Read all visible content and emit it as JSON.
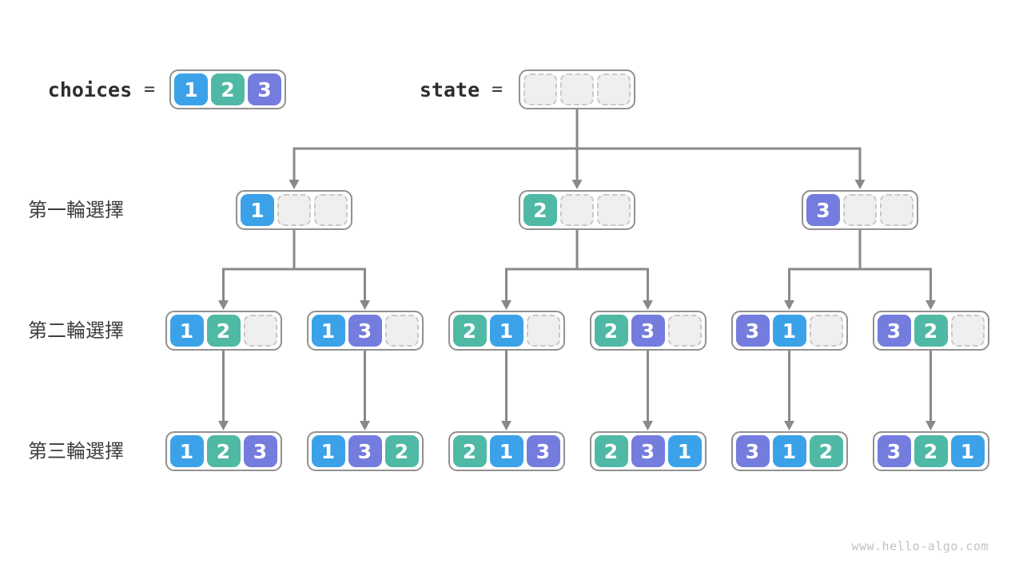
{
  "page": {
    "watermark": "www.hello-algo.com"
  },
  "palette": {
    "1": "#3ba2e9",
    "2": "#4fb9a5",
    "3": "#747cde",
    "empty_bg": "#efefef",
    "empty_border": "#c8c8c8",
    "node_border": "#919191",
    "connector": "#898989",
    "text_dark": "#2d2d2d",
    "label_text": "#3d3d3d"
  },
  "header": {
    "choices": {
      "label": "choices",
      "equals": "=",
      "cells": [
        "1",
        "2",
        "3"
      ]
    },
    "state": {
      "label": "state",
      "equals": "=",
      "cells": [
        null,
        null,
        null
      ]
    }
  },
  "tree": {
    "rows": [
      {
        "label": "第一輪選擇",
        "nodes": [
          [
            "1",
            null,
            null
          ],
          [
            "2",
            null,
            null
          ],
          [
            "3",
            null,
            null
          ]
        ]
      },
      {
        "label": "第二輪選擇",
        "nodes": [
          [
            "1",
            "2",
            null
          ],
          [
            "1",
            "3",
            null
          ],
          [
            "2",
            "1",
            null
          ],
          [
            "2",
            "3",
            null
          ],
          [
            "3",
            "1",
            null
          ],
          [
            "3",
            "2",
            null
          ]
        ]
      },
      {
        "label": "第三輪選擇",
        "nodes": [
          [
            "1",
            "2",
            "3"
          ],
          [
            "1",
            "3",
            "2"
          ],
          [
            "2",
            "1",
            "3"
          ],
          [
            "2",
            "3",
            "1"
          ],
          [
            "3",
            "1",
            "2"
          ],
          [
            "3",
            "2",
            "1"
          ]
        ]
      }
    ]
  }
}
